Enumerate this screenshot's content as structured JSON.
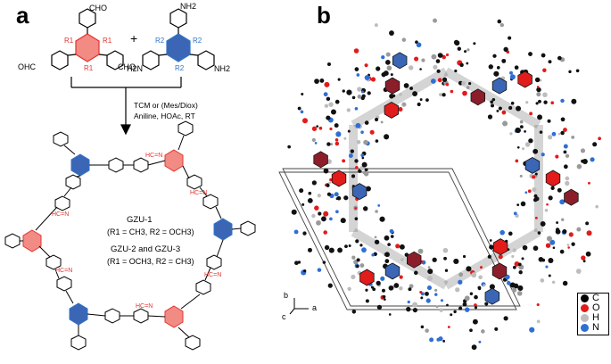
{
  "panel_a": {
    "letter": "a",
    "reactant1": {
      "cho_top": "CHO",
      "cho_left": "OHC",
      "cho_right": "CHO",
      "r1_labels": [
        "R1",
        "R1",
        "R1"
      ]
    },
    "plus": "+",
    "reactant2": {
      "nh2_top": "NH2",
      "nh2_left": "H2N",
      "nh2_right": "NH2",
      "r2_labels": [
        "R2",
        "R2",
        "R2"
      ]
    },
    "conditions_line1": "TCM or (Mes/Diox)",
    "conditions_line2": "Aniline, HOAc, RT",
    "imine_labels": [
      "HC=N",
      "HC=N",
      "HC=N",
      "HC=N",
      "HC=N",
      "HC=N"
    ],
    "cof_names": {
      "name1": "GZU-1",
      "subs1": "(R1 = CH3, R2 = OCH3)",
      "name2": "GZU-2 and GZU-3",
      "subs2": "(R1 = OCH3, R2 = CH3)"
    }
  },
  "panel_b": {
    "letter": "b",
    "axes": {
      "b": "b",
      "a": "a",
      "c": "c"
    },
    "legend": [
      {
        "label": "C",
        "color": "#000000"
      },
      {
        "label": "O",
        "color": "#e21b1b"
      },
      {
        "label": "H",
        "color": "#bdbdbd"
      },
      {
        "label": "N",
        "color": "#2e6fd6"
      }
    ]
  }
}
